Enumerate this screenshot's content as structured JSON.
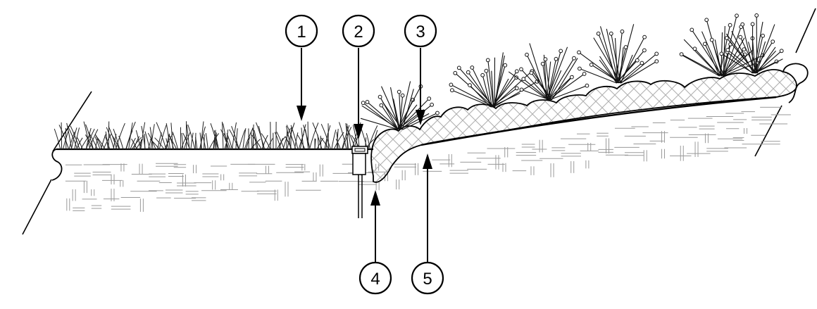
{
  "callouts": [
    {
      "id": "1",
      "label": "1"
    },
    {
      "id": "2",
      "label": "2"
    },
    {
      "id": "3",
      "label": "3"
    },
    {
      "id": "4",
      "label": "4"
    },
    {
      "id": "5",
      "label": "5"
    }
  ],
  "colors": {
    "line": "#000000",
    "soil_line": "#9a9a9a",
    "hatch": "#b0b0b0",
    "background": "#ffffff"
  },
  "icons": {
    "lawn": "lawn-grass-icon",
    "edging": "lawn-edging-icon",
    "plants": "ornamental-grass-icon"
  }
}
